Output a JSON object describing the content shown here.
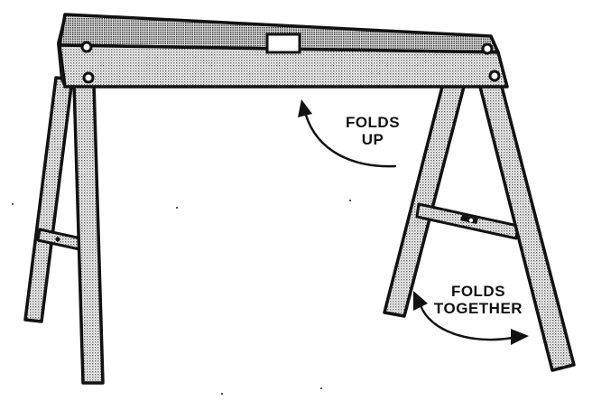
{
  "callouts": {
    "folds_up": [
      "FOLDS",
      "UP"
    ],
    "folds_together": [
      "FOLDS",
      "TOGETHER"
    ]
  },
  "colors": {
    "ink": "#111111",
    "stipple": "#6a6a6a",
    "paper": "#ffffff"
  }
}
